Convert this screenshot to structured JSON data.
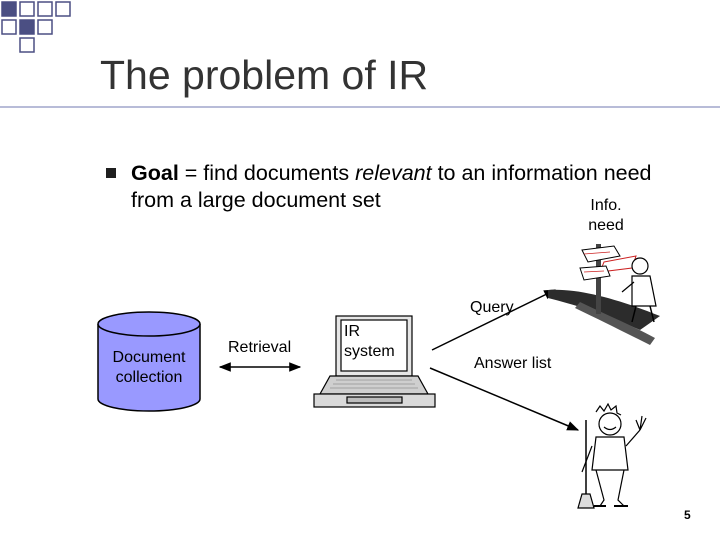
{
  "slide": {
    "title": "The problem of IR",
    "bullet": {
      "goal_term": "Goal",
      "text_before_italic": " = find documents ",
      "italic_word": "relevant",
      "text_after_italic": " to an information need from a large document set"
    },
    "page_number": "5"
  },
  "diagram": {
    "document_collection": [
      "Document",
      "collection"
    ],
    "retrieval": "Retrieval",
    "ir_system": [
      "IR",
      "system"
    ],
    "query": "Query",
    "answer_list": "Answer list",
    "info_need": [
      "Info.",
      "need"
    ]
  },
  "colors": {
    "corner_squares": "#4b4f83",
    "title_line": "#b8bcd8",
    "cylinder_fill": "#9999ff",
    "text": "#000000"
  },
  "icons": {
    "bullet": "square-bullet-icon",
    "database": "cylinder-database-icon",
    "computer": "laptop-icon",
    "info_need": "signpost-figure-icon",
    "answer": "happy-person-icon"
  }
}
